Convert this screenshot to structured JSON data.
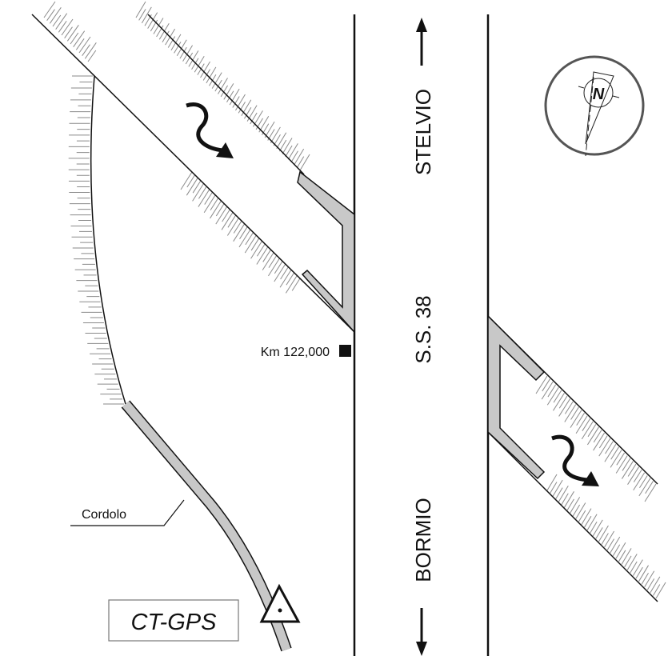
{
  "road": {
    "name": "S.S. 38",
    "direction_north": "STELVIO",
    "direction_south": "BORMIO"
  },
  "marker": {
    "label": "Km 122,000"
  },
  "curb": {
    "label": "Cordolo"
  },
  "station": {
    "label": "CT-GPS"
  },
  "compass": {
    "label": "N"
  },
  "colors": {
    "line": "#111111",
    "curb_fill": "#c8c8c8",
    "hatch": "#8a8a8a",
    "compass_ring": "#555555"
  }
}
